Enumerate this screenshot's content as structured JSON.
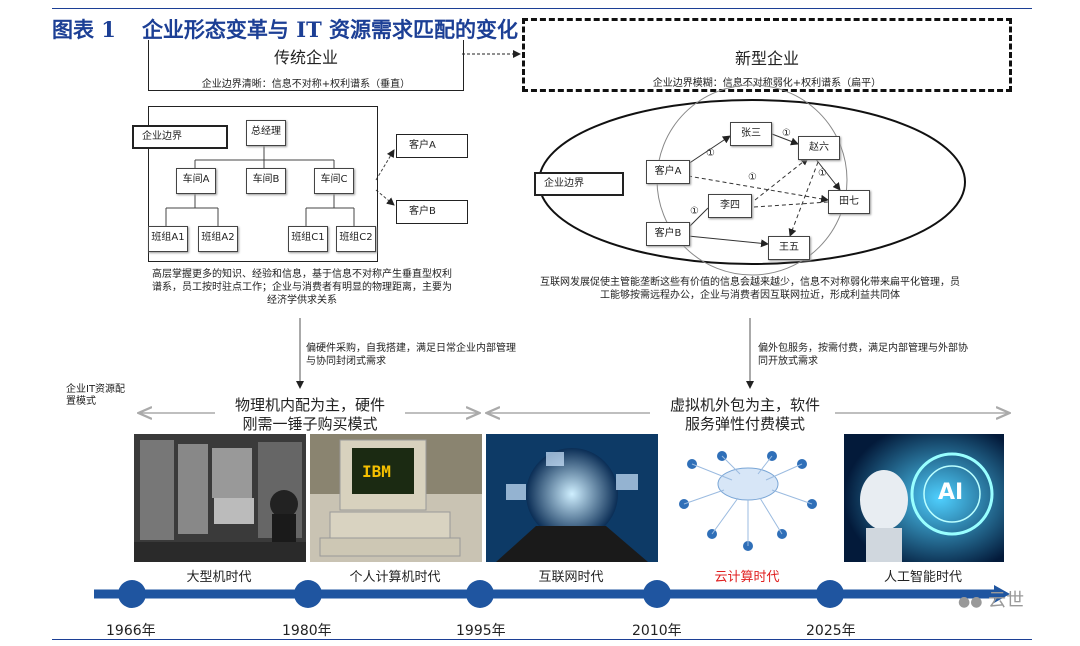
{
  "title": {
    "number": "图表 1",
    "text": "企业形态变革与 IT 资源需求匹配的变化"
  },
  "traditional": {
    "heading": "传统企业",
    "subheading": "企业边界清晰：信息不对称+权利谱系（垂直）",
    "boundary_label": "企业边界",
    "org": {
      "top": "总经理",
      "workshops": [
        "车间A",
        "车间B",
        "车间C"
      ],
      "teams": [
        "班组A1",
        "班组A2",
        "班组C1",
        "班组C2"
      ]
    },
    "customers": [
      "客户A",
      "客户B"
    ],
    "caption": "高层掌握更多的知识、经验和信息，基于信息不对称产生垂直型权利谱系，员工按时驻点工作；企业与消费者有明显的物理距离，主要为经济学供求关系",
    "it_need": "偏硬件采购，自我搭建，满足日常企业内部管理与协同封闭式需求",
    "model": [
      "物理机内配为主，硬件",
      "刚需一锤子购买模式"
    ]
  },
  "new": {
    "heading": "新型企业",
    "subheading": "企业边界模糊：信息不对称弱化+权利谱系（扁平）",
    "boundary_label": "企业边界",
    "nodes": [
      "张三",
      "赵六",
      "客户A",
      "李四",
      "田七",
      "客户B",
      "王五"
    ],
    "edge_label": "①",
    "caption": "互联网发展促使主管能垄断这些有价值的信息会越来越少，信息不对称弱化带来扁平化管理，员工能够按需远程办公，企业与消费者因互联网拉近，形成利益共同体",
    "it_need": "偏外包服务，按需付费，满足内部管理与外部协同开放式需求",
    "model": [
      "虚拟机外包为主，软件",
      "服务弹性付费模式"
    ]
  },
  "axis_label": "企业IT资源配置模式",
  "eras": [
    {
      "label": "大型机时代",
      "highlight": false
    },
    {
      "label": "个人计算机时代",
      "highlight": false
    },
    {
      "label": "互联网时代",
      "highlight": false
    },
    {
      "label": "云计算时代",
      "highlight": true
    },
    {
      "label": "人工智能时代",
      "highlight": false
    }
  ],
  "years": [
    "1966年",
    "1980年",
    "1995年",
    "2010年",
    "2025年"
  ],
  "ibm_text": "IBM",
  "ai_text": "AI",
  "watermark": "云世",
  "colors": {
    "title": "#1c3f95",
    "timeline": "#1f55a0",
    "highlight": "#e02020"
  }
}
